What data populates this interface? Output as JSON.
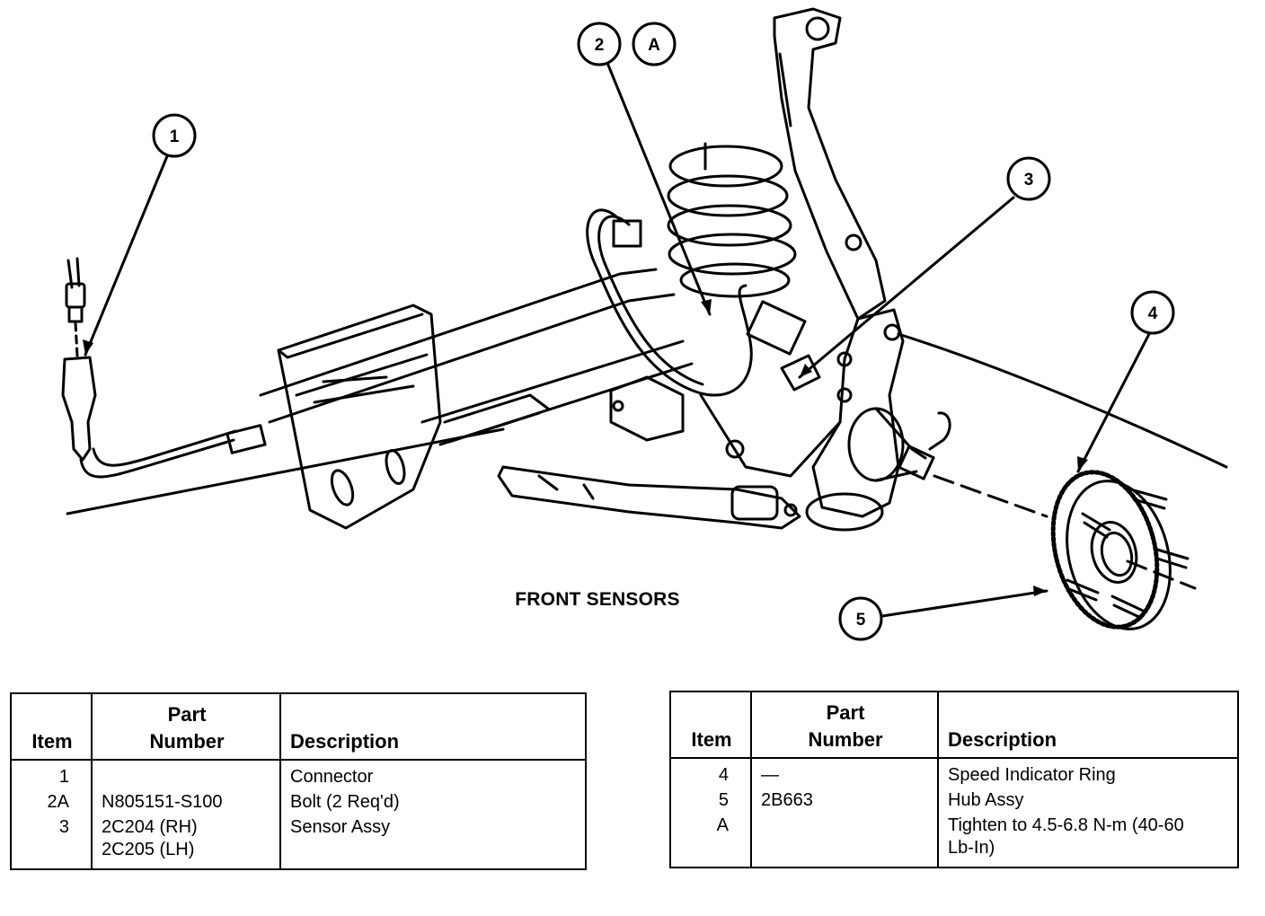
{
  "diagram": {
    "caption": "FRONT SENSORS",
    "callouts": [
      "1",
      "2",
      "A",
      "3",
      "4",
      "5"
    ]
  },
  "tables": {
    "headers": {
      "item": "Item",
      "part_number": "Part\nNumber",
      "description": "Description"
    },
    "left": [
      {
        "item": "1",
        "part": "",
        "description": "Connector"
      },
      {
        "item": "2A",
        "part": "N805151-S100",
        "description": "Bolt (2 Req'd)"
      },
      {
        "item": "3",
        "part": "2C204 (RH)\n2C205 (LH)",
        "description": "Sensor Assy"
      }
    ],
    "right": [
      {
        "item": "4",
        "part": "—",
        "description": "Speed Indicator Ring"
      },
      {
        "item": "5",
        "part": "2B663",
        "description": "Hub Assy"
      },
      {
        "item": "A",
        "part": "",
        "description": "Tighten to 4.5-6.8 N-m (40-60\nLb-In)"
      }
    ]
  }
}
